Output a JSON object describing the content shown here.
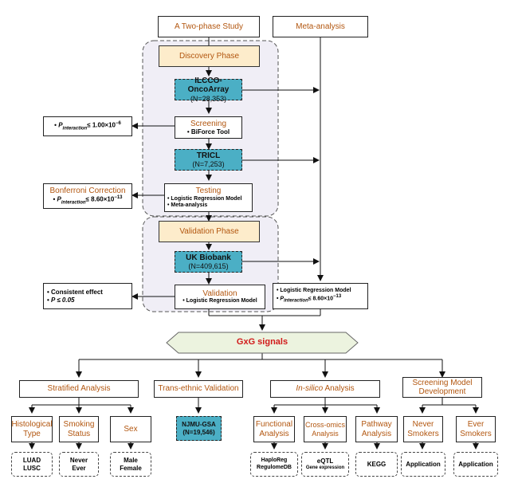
{
  "title": "A Two-phase Study",
  "meta_analysis": "Meta-analysis",
  "discovery": {
    "phase": "Discovery Phase",
    "dataset1_name": "ILCCO-OncoArray",
    "dataset1_n": "(N=28,353)",
    "screening": "Screening",
    "screening_tool": "BiForce Tool",
    "dataset2_name": "TRICL",
    "dataset2_n": "(N=7,253)",
    "testing": "Testing",
    "testing_item1": "Logistic Regression Model",
    "testing_item2": "Meta-analysis"
  },
  "threshold1": {
    "p": "P",
    "sub": "interaction",
    "rest": "≤ 1.00×10",
    "exp": "−6"
  },
  "bonferroni": {
    "title": "Bonferroni Correction",
    "p": "P",
    "sub": "interaction",
    "rest": "≤ 8.60×10",
    "exp": "−13"
  },
  "validation": {
    "phase": "Validation Phase",
    "dataset_name": "UK Biobank",
    "dataset_n": "(N=409,615)",
    "step": "Validation",
    "step_item": "Logistic Regression Model"
  },
  "consistent": {
    "item1": "Consistent effect",
    "item2": "P ≤ 0.05"
  },
  "meta_result": {
    "item1": "Logistic Regression Model",
    "p": "P",
    "sub": "interaction",
    "rest": "≤ 8.60×10",
    "exp": "−13"
  },
  "gxg": "GxG signals",
  "branches": {
    "stratified": "Stratified Analysis",
    "trans": "Trans-ethnic Validation",
    "insilico_a": "In-silico",
    "insilico_b": " Analysis",
    "screening_model_1": "Screening Model",
    "screening_model_2": "Development"
  },
  "stratified_children": {
    "histo_1": "Histological",
    "histo_2": "Type",
    "smoke_1": "Smoking",
    "smoke_2": "Status",
    "sex": "Sex",
    "histo_vals": [
      "LUAD",
      "LUSC"
    ],
    "smoke_vals": [
      "Never",
      "Ever"
    ],
    "sex_vals": [
      "Male",
      "Female"
    ]
  },
  "trans_child": {
    "name": "NJMU-GSA",
    "n": "(N=19,546)"
  },
  "insilico_children": {
    "functional_1": "Functional",
    "functional_2": "Analysis",
    "cross_1": "Cross-omics",
    "cross_2": "Analysis",
    "pathway_1": "Pathway",
    "pathway_2": "Analysis",
    "functional_vals": [
      "HaploReg",
      "RegulomeDB"
    ],
    "cross_vals": [
      "eQTL",
      "Gene expression"
    ],
    "pathway_vals": [
      "KEGG"
    ]
  },
  "screening_children": {
    "never_1": "Never",
    "never_2": "Smokers",
    "ever_1": "Ever",
    "ever_2": "Smokers",
    "app1": "Application",
    "app2": "Application"
  },
  "colors": {
    "teal": "#4bafc5",
    "beige": "#fdeccb",
    "orange_text": "#b2560f",
    "red_text": "#d11a1a",
    "phase_bg": "#f0eef6"
  }
}
